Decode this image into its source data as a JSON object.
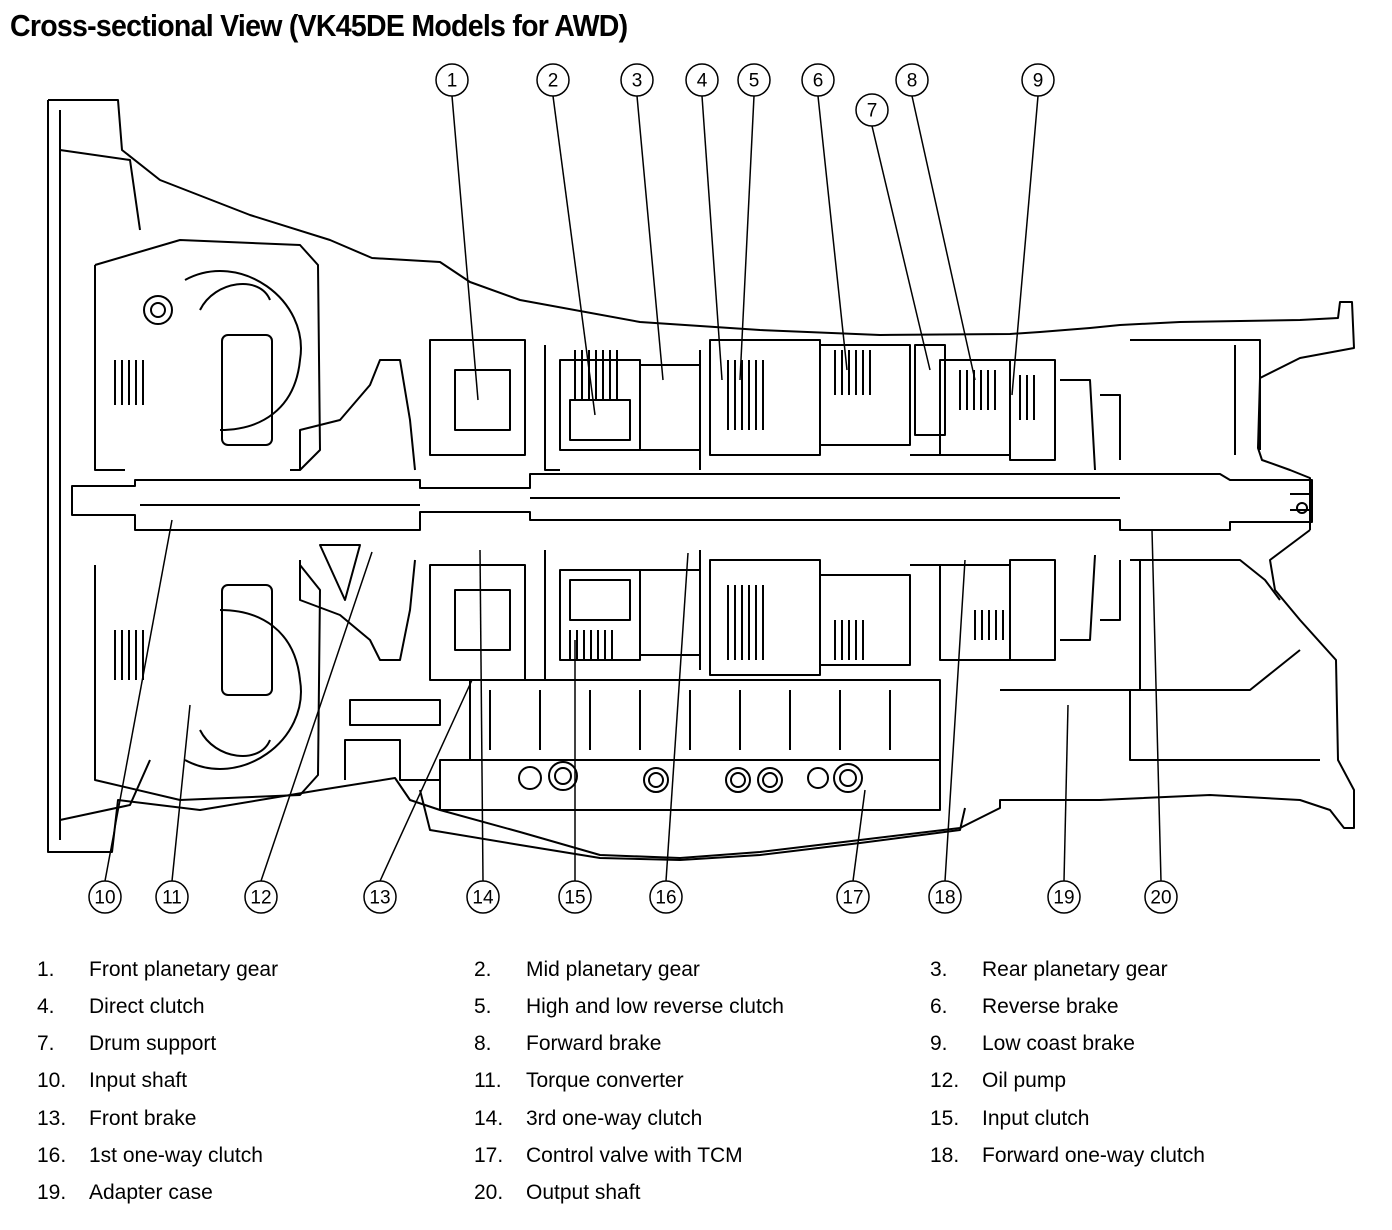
{
  "title": "Cross-sectional View (VK45DE Models for AWD)",
  "callouts": [
    "1",
    "2",
    "3",
    "4",
    "5",
    "6",
    "7",
    "8",
    "9",
    "10",
    "11",
    "12",
    "13",
    "14",
    "15",
    "16",
    "17",
    "18",
    "19",
    "20"
  ],
  "legend": [
    {
      "num": "1.",
      "label": "Front planetary gear"
    },
    {
      "num": "2.",
      "label": "Mid planetary gear"
    },
    {
      "num": "3.",
      "label": "Rear planetary gear"
    },
    {
      "num": "4.",
      "label": "Direct clutch"
    },
    {
      "num": "5.",
      "label": "High and low reverse clutch"
    },
    {
      "num": "6.",
      "label": "Reverse brake"
    },
    {
      "num": "7.",
      "label": "Drum support"
    },
    {
      "num": "8.",
      "label": "Forward brake"
    },
    {
      "num": "9.",
      "label": "Low coast brake"
    },
    {
      "num": "10.",
      "label": "Input shaft"
    },
    {
      "num": "11.",
      "label": "Torque converter"
    },
    {
      "num": "12.",
      "label": "Oil pump"
    },
    {
      "num": "13.",
      "label": "Front brake"
    },
    {
      "num": "14.",
      "label": "3rd one-way clutch"
    },
    {
      "num": "15.",
      "label": "Input clutch"
    },
    {
      "num": "16.",
      "label": "1st one-way clutch"
    },
    {
      "num": "17.",
      "label": "Control valve with TCM"
    },
    {
      "num": "18.",
      "label": "Forward one-way clutch"
    },
    {
      "num": "19.",
      "label": "Adapter case"
    },
    {
      "num": "20.",
      "label": "Output shaft"
    }
  ]
}
